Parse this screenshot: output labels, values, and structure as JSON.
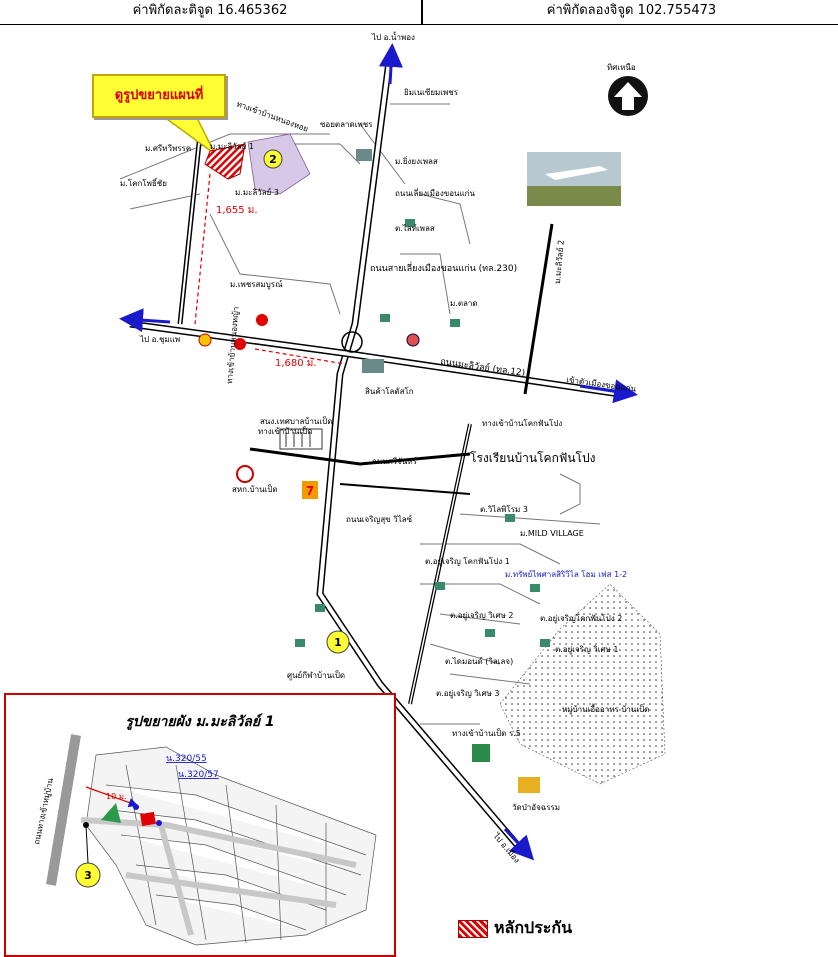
{
  "coordinates": {
    "latitude_text": "ค่าพิกัดละติจูด 16.465362",
    "longitude_text": "ค่าพิกัดลองจิจูด 102.755473"
  },
  "callout": {
    "label": "ดูรูปขยายแผนที่"
  },
  "north": {
    "label": "ทิศเหนือ"
  },
  "roads": {
    "to_nam_phong": "ไป อ.น้ำพอง",
    "to_chum_phae": "ไป อ.ชุมแพ",
    "to_city": "ไป อ.เมือง",
    "highway_230": "ถนนสายเลี่ยงเมืองขอนแก่น (ทล.230)",
    "mittraphap": "ถนนมะลิวัลย์ (ทล.12)",
    "into_city": "เข้าตัวเมืองขอนแก่น",
    "bypass_road": "ถนนเลี่ยงเมืองขอนแก่น",
    "khok_phon_pho_road": "ทางเข้าบ้านโคกฟันโปง",
    "si_chan_road": "ถนนศรีจันทร์",
    "ban_ped_road": "ทางเข้าบ้านเป็ด",
    "charoen_road": "ถนนเจริญสุข วิไลซ์",
    "soi_left": "ทางเข้าบ้านหนองหญ้า",
    "soi_bottom": "ทางเข้าบ้านเป็ด ร.5",
    "side_road": "ทางเข้าบ้านหนองหอย"
  },
  "distances": {
    "d1": "1,655 ม.",
    "d2": "1,680 ม."
  },
  "places": {
    "school": "โรงเรียนบ้านโคกฟันโปง",
    "big_c": "สินค้าโลตัสโก",
    "ban_ped_office": "สนง.เทศบาลบ้านเป็ด",
    "ban_ped_coop": "สหก.บ้านเป็ด",
    "mild_village": "ม.MILD VILLAGE",
    "temple": "วัดป่าอัจฉรรม",
    "village_ped": "หมู่บ้านเอื้ออาทร บ้านเป็ด",
    "p_market": "ม.ตลาด",
    "tv_station": "ยิมเนเซียมเพชร",
    "soi_market": "ซอยตลาดเพชร",
    "phet_village": "ม.เพชรสมบูรณ์",
    "village_1": "ม.มะลิวัลย์ 1",
    "village_2": "ม.มะลิวัลย์ 2",
    "village_3": "ม.มะลิวัลย์ 3",
    "village_ref": "ม.ศรีทวีพรรค",
    "kho_pho": "ม.โคกโพธิ์ชัย",
    "charoen_1": "ต.อยู่เจริญ โคกฟันโปง 1",
    "charoen_2": "ต.อยู่เจริญ วิเศษ 2",
    "charoen_3": "ต.อยู่เจริญ วิเศษ 3",
    "charoen_fp2": "ต.อยู่เจริญโคกฟันโปง 2",
    "charoen_v1": "ต.อยู่เจริญ วิเศษ 1",
    "ti_home": "ต.วิไลพิโรม 3",
    "resort": "ม.ทรัพย์ไพศาลสิริวิไล โฮม เฟส 1-2",
    "home_place": "ต.ไลท์เพลส",
    "home_pan": "ต.ไดมอนด์ (วิลเลจ)",
    "kita_home": "ม.ยิ่งยงเพลส",
    "ban_ped_gym": "ศูนย์กีฬาบ้านเป็ด"
  },
  "markers": {
    "m1": "1",
    "m2": "2",
    "m3": "3"
  },
  "inset": {
    "title": "รูปขยายผัง ม.มะลิวัลย์ 1",
    "lot_a": "น.320/55",
    "lot_b": "น.320/57",
    "road_label": "ถนนทางเข้าหมู่บ้าน",
    "dist": "10 ม."
  },
  "legend": {
    "label": "หลักประกัน"
  },
  "colors": {
    "road": "#000000",
    "arrow": "#1a1acc",
    "target": "#e00000",
    "callout_bg": "#ffff33",
    "marker": "#ffff33",
    "inset_border": "#cc0000"
  }
}
